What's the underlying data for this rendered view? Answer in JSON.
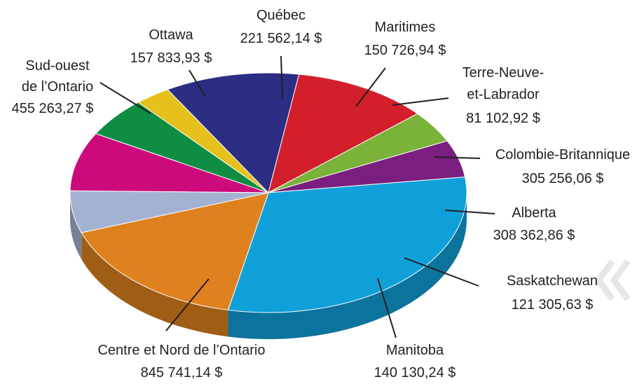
{
  "chart_data": {
    "type": "pie",
    "title": "",
    "slices": [
      {
        "label": "Québec",
        "value_text": "221 562,14 $",
        "value": 221562.14,
        "color": "#cc0a7c"
      },
      {
        "label": "Maritimes",
        "value_text": "150 726,94 $",
        "value": 150726.94,
        "color": "#0e8d43"
      },
      {
        "label": "Terre-Neuve-et-Labrador",
        "label_lines": [
          "Terre-Neuve-",
          "et-Labrador"
        ],
        "value_text": "81 102,92 $",
        "value": 81102.92,
        "color": "#e6c11c"
      },
      {
        "label": "Colombie-Britannique",
        "value_text": "305 256,06 $",
        "value": 305256.06,
        "color": "#2b2e83"
      },
      {
        "label": "Alberta",
        "value_text": "308 362,86 $",
        "value": 308362.86,
        "color": "#d21f2b"
      },
      {
        "label": "Saskatchewan",
        "value_text": "121 305,63 $",
        "value": 121305.63,
        "color": "#7ab23a"
      },
      {
        "label": "Manitoba",
        "value_text": "140 130,24 $",
        "value": 140130.24,
        "color": "#7a1f7f"
      },
      {
        "label": "Centre et Nord de l’Ontario",
        "value_text": "845 741,14 $",
        "value": 845741.14,
        "color": "#10a0d9"
      },
      {
        "label": "Sud-ouest de l’Ontario",
        "label_lines": [
          "Sud-ouest",
          "de l’Ontario"
        ],
        "value_text": "455 263,27 $",
        "value": 455263.27,
        "color": "#de811e"
      },
      {
        "label": "Ottawa",
        "value_text": "157 833,93 $",
        "value": 157833.93,
        "color": "#a4b2d2"
      }
    ],
    "legend": "none",
    "grid": false
  },
  "decoration": {
    "chevron_icon": "double-chevron-left-icon",
    "chevron_color": "#e6e6e6"
  }
}
